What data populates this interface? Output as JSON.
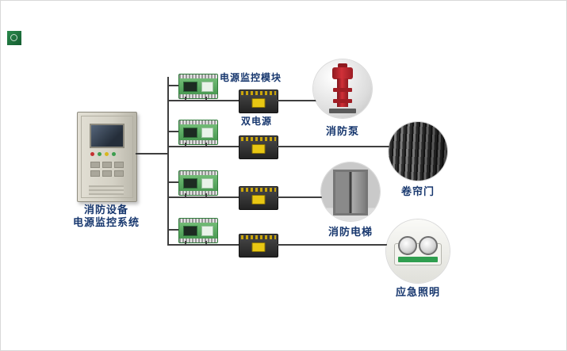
{
  "logo": {
    "color": "#1b6e3b"
  },
  "cabinet": {
    "label_line1": "消防设备",
    "label_line2": "电源监控系统"
  },
  "annotations": {
    "module_label": "电源监控模块",
    "ats_label": "双电源"
  },
  "devices": [
    {
      "id": "fire-pump",
      "label": "消防泵"
    },
    {
      "id": "roller-shutter-door",
      "label": "卷帘门"
    },
    {
      "id": "fire-elevator",
      "label": "消防电梯"
    },
    {
      "id": "emergency-lighting",
      "label": "应急照明"
    }
  ],
  "colors": {
    "label_text": "#17376e",
    "wire": "#3f3f3f",
    "module_green": "#4da355",
    "ats_body": "#2b2b2b",
    "ats_yellow": "#e8c713",
    "pump_red": "#c1272d",
    "logo_green": "#1b6e3b"
  }
}
